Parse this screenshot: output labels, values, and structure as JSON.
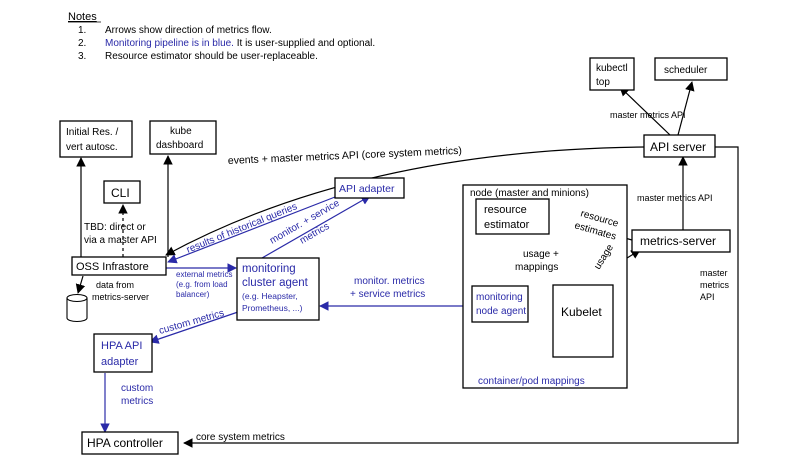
{
  "notes": {
    "heading": "Notes",
    "items": [
      {
        "num": "1.",
        "text": "Arrows show direction of metrics flow."
      },
      {
        "num": "2.",
        "text_blue": "Monitoring pipeline is in blue.",
        "text_rest": " It is user-supplied and optional."
      },
      {
        "num": "3.",
        "text": "Resource estimator should be user-replaceable."
      }
    ]
  },
  "boxes": {
    "kubectl_top": [
      "kubectl",
      "top"
    ],
    "scheduler": "scheduler",
    "initial_res": [
      "Initial Res. /",
      "vert autosc."
    ],
    "kube_dashboard": [
      "kube",
      "dashboard"
    ],
    "api_server": "API server",
    "cli": "CLI",
    "api_adapter": "API adapter",
    "node_container": "node (master and minions)",
    "resource_estimator": [
      "resource",
      "estimator"
    ],
    "metrics_server": "metrics-server",
    "oss_infrastore": "OSS Infrastore",
    "monitoring_cluster_agent": [
      "monitoring",
      "cluster agent",
      "(e.g. Heapster,",
      "Prometheus, ...)"
    ],
    "monitoring_node_agent": [
      "monitoring",
      "node agent"
    ],
    "kubelet": "Kubelet",
    "hpa_api_adapter": [
      "HPA API",
      "adapter"
    ],
    "hpa_controller": "HPA controller"
  },
  "labels": {
    "master_metrics_api_top": "master metrics API",
    "events_master_metrics": "events + master metrics API (core system metrics)",
    "master_metrics_api_mid": "master metrics API",
    "results_historical": "results of historical queries",
    "monitor_service_metrics_diag": [
      "monitor. + service",
      "metrics"
    ],
    "tbd": [
      "TBD: direct or",
      "via a master API"
    ],
    "resource_estimates": [
      "resource",
      "estimates"
    ],
    "usage_mappings": [
      "usage +",
      "mappings"
    ],
    "usage": "usage",
    "master_metrics_api_right": [
      "master",
      "metrics",
      "API"
    ],
    "data_from_metrics_server": [
      "data from",
      "metrics-server"
    ],
    "external_metrics": [
      "external metrics",
      "(e.g. from load",
      "balancer)"
    ],
    "monitor_service_metrics_h": [
      "monitor. metrics",
      "+ service metrics"
    ],
    "custom_metrics_diag": "custom metrics",
    "custom_metrics_v": [
      "custom",
      "metrics"
    ],
    "container_pod_mappings": "container/pod mappings",
    "core_system_metrics": "core system metrics"
  },
  "colors": {
    "black": "#000000",
    "blue": "#2a2aa8"
  }
}
